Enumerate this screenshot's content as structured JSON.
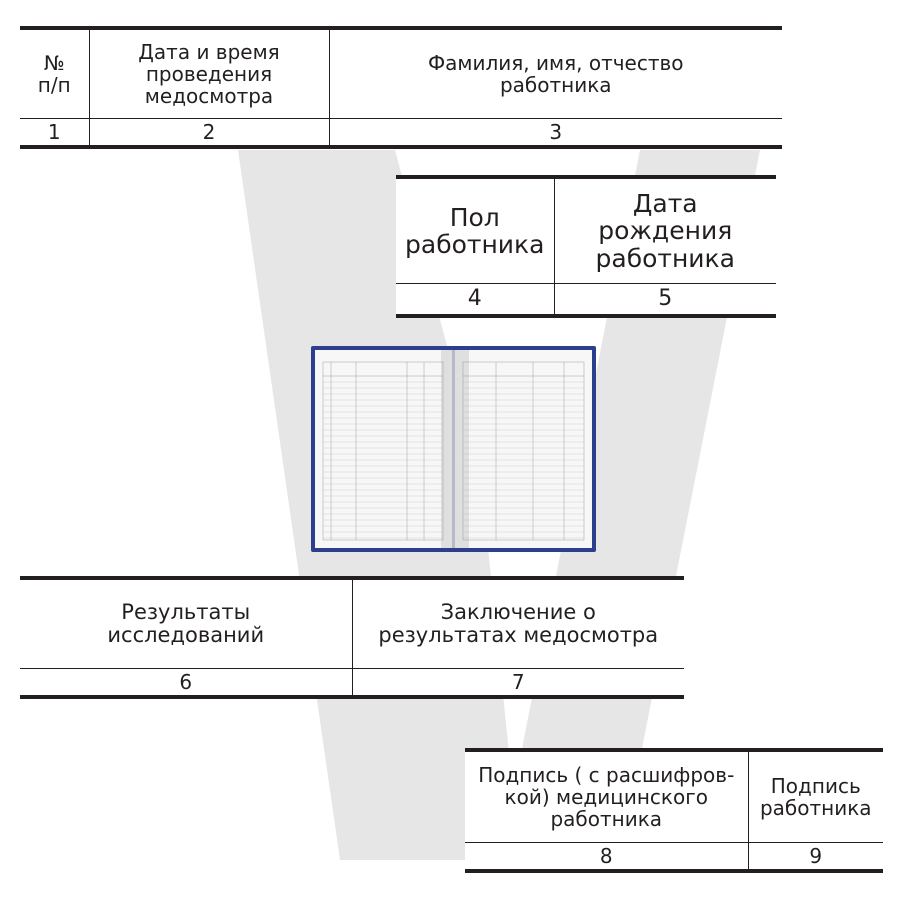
{
  "table_top": {
    "headers": [
      "№\nп/п",
      "Дата и время проведения медосмотра",
      "Фамилия, имя, отчество работника"
    ],
    "numbers": [
      "1",
      "2",
      "3"
    ]
  },
  "table_mid": {
    "headers": [
      "Пол работника",
      "Дата рождения работника"
    ],
    "numbers": [
      "4",
      "5"
    ]
  },
  "table_results": {
    "headers": [
      "Результаты исследований",
      "Заключение о результатах медосмотра"
    ],
    "numbers": [
      "6",
      "7"
    ]
  },
  "table_signatures": {
    "headers": [
      "Подпись ( с расшифров-кой) медицинского работника",
      "Подпись работника"
    ],
    "numbers": [
      "8",
      "9"
    ]
  },
  "colors": {
    "ink": "#231f20",
    "cover": "#2c3e8c",
    "watermark": "#e6e6e6"
  }
}
